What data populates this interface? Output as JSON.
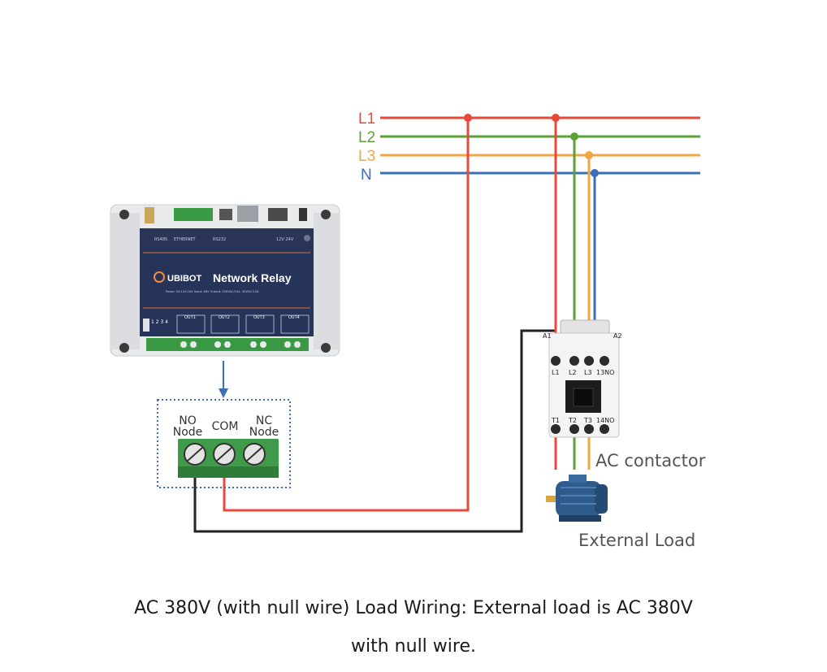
{
  "colors": {
    "L1": "#e8493a",
    "L2": "#5aa235",
    "L3": "#f2a543",
    "N": "#3b6fb6",
    "wire_black": "#222222"
  },
  "lines": [
    {
      "key": "L1",
      "label": "L1"
    },
    {
      "key": "L2",
      "label": "L2"
    },
    {
      "key": "L3",
      "label": "L3"
    },
    {
      "key": "N",
      "label": "N"
    }
  ],
  "relay": {
    "brand": "UBIBOT",
    "title": "Network Relay",
    "spec_line": "Power: DC12V-24V  Input: 48V  Output: 250VAC/10A, 30VDC/10A",
    "channels": [
      "OUT1",
      "OUT2",
      "OUT3",
      "OUT4"
    ],
    "dip_label": "1 2 3 4",
    "top_labels": [
      "RS485",
      "ETHERNET",
      "RS232",
      "12V 24V"
    ]
  },
  "terminal": {
    "no_label": [
      "NO",
      "Node"
    ],
    "com_label": "COM",
    "nc_label": [
      "NC",
      "Node"
    ]
  },
  "contactor": {
    "a1": "A1",
    "a2": "A2",
    "top_terms": [
      "L1",
      "L2",
      "L3",
      "13NO"
    ],
    "bottom_terms": [
      "T1",
      "T2",
      "T3",
      "14NO"
    ],
    "label": "AC contactor"
  },
  "load": {
    "label": "External Load"
  },
  "caption": {
    "line1": "AC 380V (with null wire) Load Wiring: External load is AC 380V",
    "line2": "with null wire."
  }
}
